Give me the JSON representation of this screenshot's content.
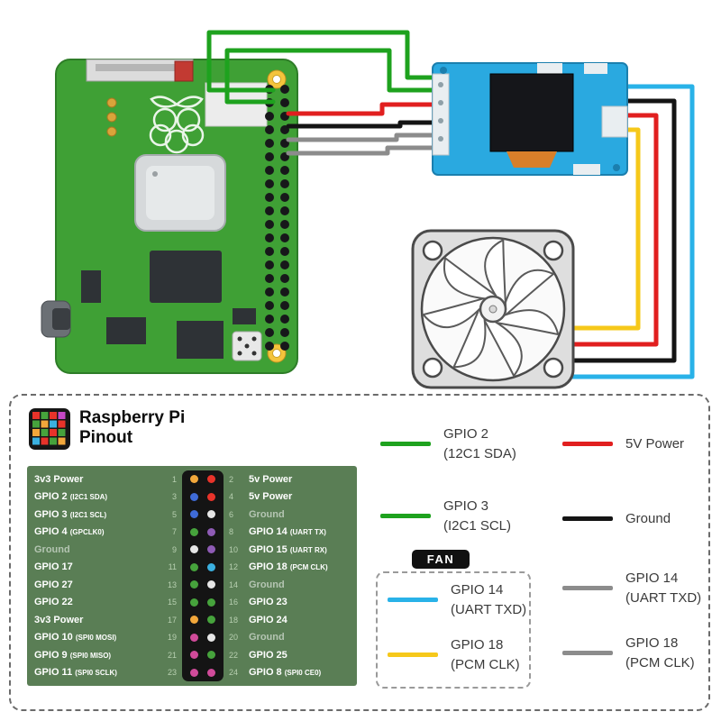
{
  "pinout_panel": {
    "brand": {
      "line1": "Raspberry Pi",
      "line2": "Pinout"
    },
    "fan_group_label": "FAN",
    "table": {
      "rows": [
        {
          "ln": 1,
          "l": "3v3 Power",
          "lsub": "",
          "lc": "#f2a73b",
          "lmuted": false,
          "rn": 2,
          "r": "5v Power",
          "rsub": "",
          "rc": "#e8332a",
          "rmuted": false
        },
        {
          "ln": 3,
          "l": "GPIO 2",
          "lsub": "(I2C1 SDA)",
          "lc": "#3f6bd7",
          "lmuted": false,
          "rn": 4,
          "r": "5v Power",
          "rsub": "",
          "rc": "#e8332a",
          "rmuted": false
        },
        {
          "ln": 5,
          "l": "GPIO 3",
          "lsub": "(I2C1 SCL)",
          "lc": "#3f6bd7",
          "lmuted": false,
          "rn": 6,
          "r": "Ground",
          "rsub": "",
          "rc": "#e6e6e6",
          "rmuted": true
        },
        {
          "ln": 7,
          "l": "GPIO 4",
          "lsub": "(GPCLK0)",
          "lc": "#46a33c",
          "lmuted": false,
          "rn": 8,
          "r": "GPIO 14",
          "rsub": "(UART TX)",
          "rc": "#8e5bb5",
          "rmuted": false
        },
        {
          "ln": 9,
          "l": "Ground",
          "lsub": "",
          "lc": "#e6e6e6",
          "lmuted": true,
          "rn": 10,
          "r": "GPIO 15",
          "rsub": "(UART RX)",
          "rc": "#8e5bb5",
          "rmuted": false
        },
        {
          "ln": 11,
          "l": "GPIO 17",
          "lsub": "",
          "lc": "#46a33c",
          "lmuted": false,
          "rn": 12,
          "r": "GPIO 18",
          "rsub": "(PCM CLK)",
          "rc": "#3bb0e0",
          "rmuted": false
        },
        {
          "ln": 13,
          "l": "GPIO 27",
          "lsub": "",
          "lc": "#46a33c",
          "lmuted": false,
          "rn": 14,
          "r": "Ground",
          "rsub": "",
          "rc": "#e6e6e6",
          "rmuted": true
        },
        {
          "ln": 15,
          "l": "GPIO 22",
          "lsub": "",
          "lc": "#46a33c",
          "lmuted": false,
          "rn": 16,
          "r": "GPIO 23",
          "rsub": "",
          "rc": "#46a33c",
          "rmuted": false
        },
        {
          "ln": 17,
          "l": "3v3 Power",
          "lsub": "",
          "lc": "#f2a73b",
          "lmuted": false,
          "rn": 18,
          "r": "GPIO 24",
          "rsub": "",
          "rc": "#46a33c",
          "rmuted": false
        },
        {
          "ln": 19,
          "l": "GPIO 10",
          "lsub": "(SPI0 MOSI)",
          "lc": "#d04b9a",
          "lmuted": false,
          "rn": 20,
          "r": "Ground",
          "rsub": "",
          "rc": "#e6e6e6",
          "rmuted": true
        },
        {
          "ln": 21,
          "l": "GPIO 9",
          "lsub": "(SPI0 MISO)",
          "lc": "#d04b9a",
          "lmuted": false,
          "rn": 22,
          "r": "GPIO 25",
          "rsub": "",
          "rc": "#46a33c",
          "rmuted": false
        },
        {
          "ln": 23,
          "l": "GPIO 11",
          "lsub": "(SPI0 SCLK)",
          "lc": "#d04b9a",
          "lmuted": false,
          "rn": 24,
          "r": "GPIO 8",
          "rsub": "(SPI0 CE0)",
          "rc": "#d04b9a",
          "rmuted": false
        }
      ]
    },
    "legend_left": [
      {
        "color": "#1ea21e",
        "label": "GPIO 2",
        "sub": "(12C1 SDA)"
      },
      {
        "color": "#1ea21e",
        "label": "GPIO 3",
        "sub": "(I2C1 SCL)"
      }
    ],
    "legend_fan": [
      {
        "color": "#29b2e8",
        "label": "GPIO 14",
        "sub": "(UART TXD)"
      },
      {
        "color": "#f6c81a",
        "label": "GPIO 18",
        "sub": "(PCM CLK)"
      }
    ],
    "legend_right": [
      {
        "color": "#e11f1f",
        "label": "5V Power",
        "sub": ""
      },
      {
        "color": "#141414",
        "label": "Ground",
        "sub": ""
      },
      {
        "color": "#8c8c8c",
        "label": "GPIO 14",
        "sub": "(UART TXD)"
      },
      {
        "color": "#8c8c8c",
        "label": "GPIO 18",
        "sub": "(PCM CLK)"
      }
    ]
  },
  "wire_colors": {
    "green": "#1ea21e",
    "red": "#e11f1f",
    "black": "#141414",
    "gray": "#8c8c8c",
    "cyan": "#29b2e8",
    "yellow": "#f6c81a"
  }
}
